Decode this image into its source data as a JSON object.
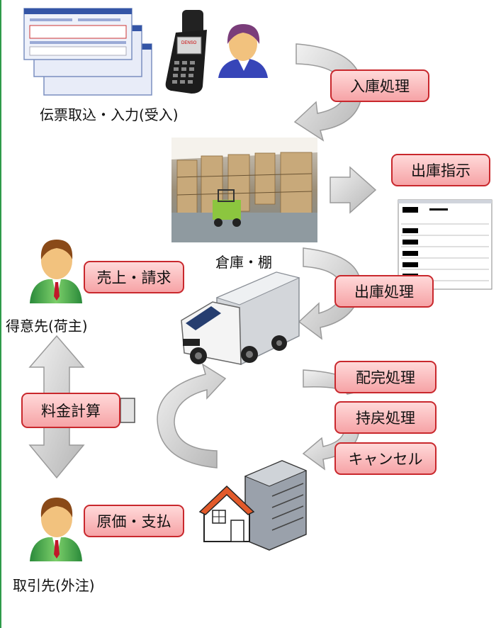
{
  "labels": {
    "slip_input": "伝票取込・入力(受入)",
    "warehouse": "倉庫・棚",
    "client": "得意先(荷主)",
    "supplier": "取引先(外注)"
  },
  "process_buttons": {
    "receiving": "入庫処理",
    "shipping_instruction": "出庫指示",
    "sales_billing": "売上・請求",
    "shipping": "出庫処理",
    "delivery_complete": "配完処理",
    "return": "持戻処理",
    "cancel": "キャンセル",
    "fee_calc": "料金計算",
    "cost_payment": "原価・支払"
  },
  "icons": [
    "slip-forms-icon",
    "handheld-scanner-icon",
    "operator-icon",
    "warehouse-photo",
    "picking-list-icon",
    "client-person-icon",
    "truck-icon",
    "buildings-icon",
    "supplier-person-icon"
  ],
  "colors": {
    "button_fill": "#f6a3a6",
    "button_border": "#c9282d",
    "arrow_fill": "#d9d9d9",
    "edge": "#2e9a4a"
  }
}
